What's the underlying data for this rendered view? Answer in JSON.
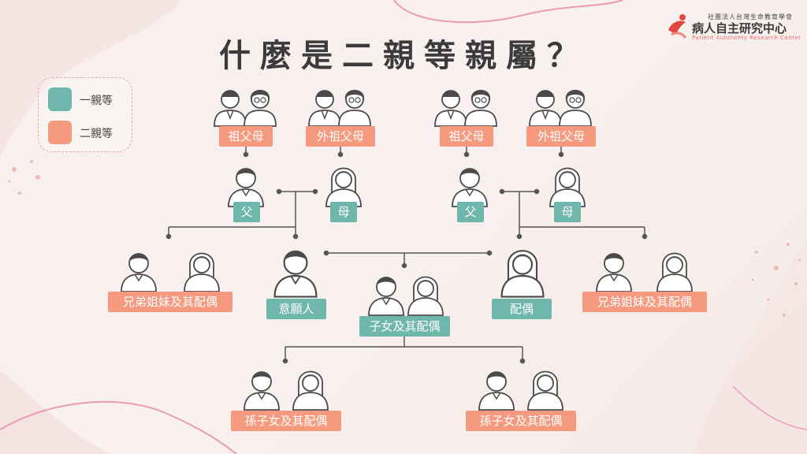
{
  "title": "什麼是二親等親屬？",
  "logo": {
    "org_sub": "社團法人台灣生命教育學會",
    "org_name": "病人自主研究中心",
    "org_en": "Patient Autonomy Research Center"
  },
  "legend": [
    {
      "label": "一親等",
      "color": "#6fb6ad"
    },
    {
      "label": "二親等",
      "color": "#f59a7e"
    }
  ],
  "nodes": {
    "grandparents_left": "祖父母",
    "maternal_gp_left": "外祖父母",
    "grandparents_right": "祖父母",
    "maternal_gp_right": "外祖父母",
    "father_left": "父",
    "mother_left": "母",
    "father_right": "父",
    "mother_right": "母",
    "siblings_left": "兄弟姐妹及其配偶",
    "principal": "意願人",
    "children": "子女及其配偶",
    "spouse": "配偶",
    "siblings_right": "兄弟姐妹及其配偶",
    "grandchildren_left": "孫子女及其配偶",
    "grandchildren_right": "孫子女及其配偶"
  },
  "colors": {
    "first_degree": "#6fb6ad",
    "second_degree": "#f59a7e",
    "line": "#555555"
  }
}
